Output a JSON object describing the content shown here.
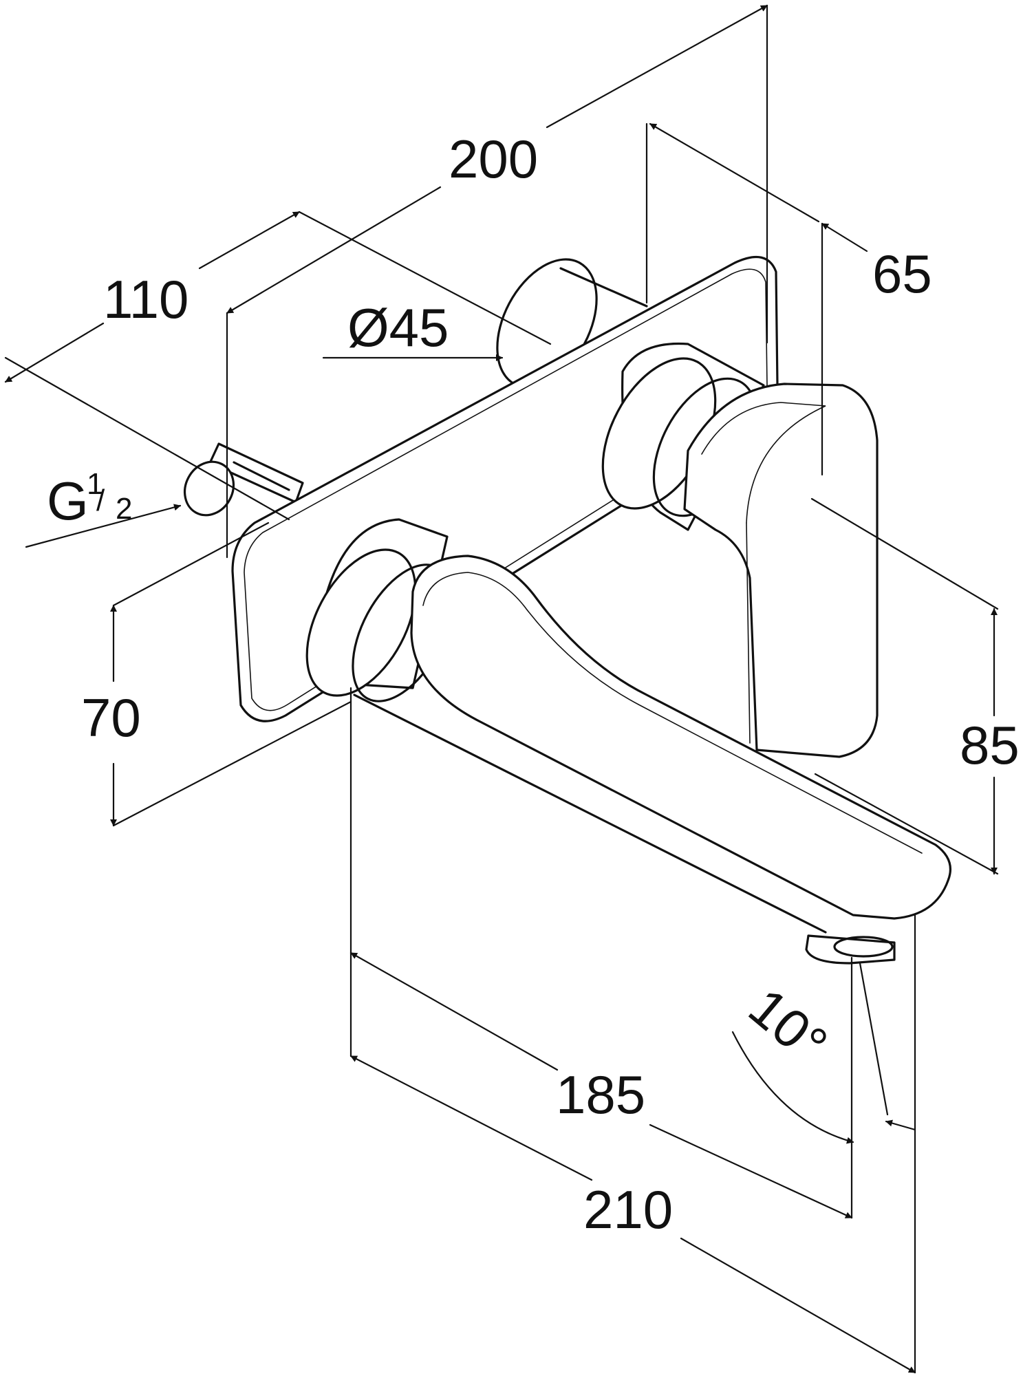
{
  "drawing": {
    "dimensions": {
      "d200": "200",
      "d65": "65",
      "d110": "110",
      "d45": "Ø45",
      "thread_main": "G",
      "thread_num": "1",
      "thread_den": "2",
      "d70": "70",
      "d85": "85",
      "angle": "10°",
      "d185": "185",
      "d210": "210"
    }
  }
}
